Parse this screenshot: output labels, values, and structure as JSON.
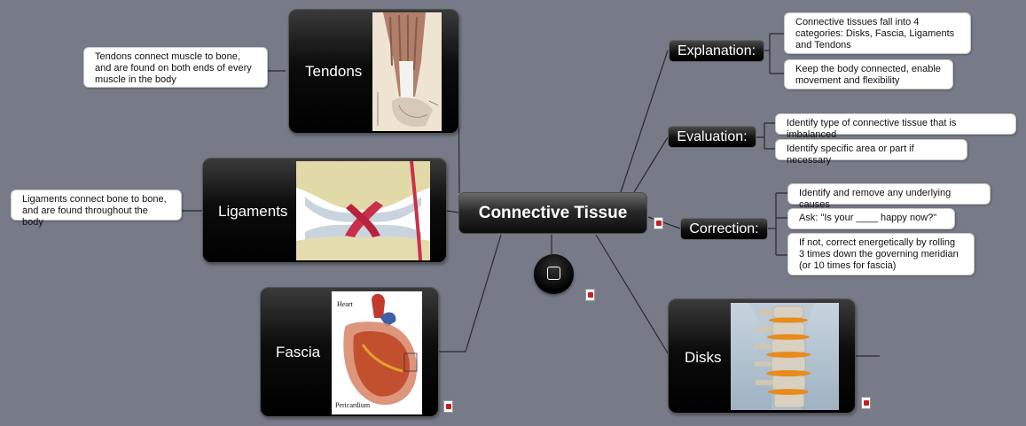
{
  "center": {
    "title": "Connective Tissue"
  },
  "branches": {
    "tendons": {
      "label": "Tendons",
      "note": "Tendons connect muscle to bone, and are found on both ends of every muscle in the body"
    },
    "ligaments": {
      "label": "Ligaments",
      "note": "Ligaments connect bone to bone, and are found throughout the body"
    },
    "fascia": {
      "label": "Fascia",
      "image_labels": {
        "heart": "Heart",
        "pericardium": "Pericardium"
      }
    },
    "disks": {
      "label": "Disks"
    }
  },
  "topics": {
    "explanation": {
      "label": "Explanation:",
      "notes": [
        "Connective tissues fall into 4 categories: Disks, Fascia, Ligaments and Tendons",
        "Keep the body connected, enable movement and flexibility"
      ]
    },
    "evaluation": {
      "label": "Evaluation:",
      "notes": [
        "Identify type of connective tissue that is imbalanced",
        "Identify specific area or part if necessary"
      ]
    },
    "correction": {
      "label": "Correction:",
      "notes": [
        "Identify and remove any underlying causes",
        "Ask: \"Is your ____ happy now?\"",
        "If not, correct energetically by rolling 3 times down the governing meridian (or 10 times for fascia)"
      ]
    }
  },
  "colors": {
    "background": "#777a87",
    "connector": "#2a2a2a",
    "ligament_red": "#c9304a"
  },
  "icons": [
    "pdf-icon",
    "floating-node-icon"
  ]
}
